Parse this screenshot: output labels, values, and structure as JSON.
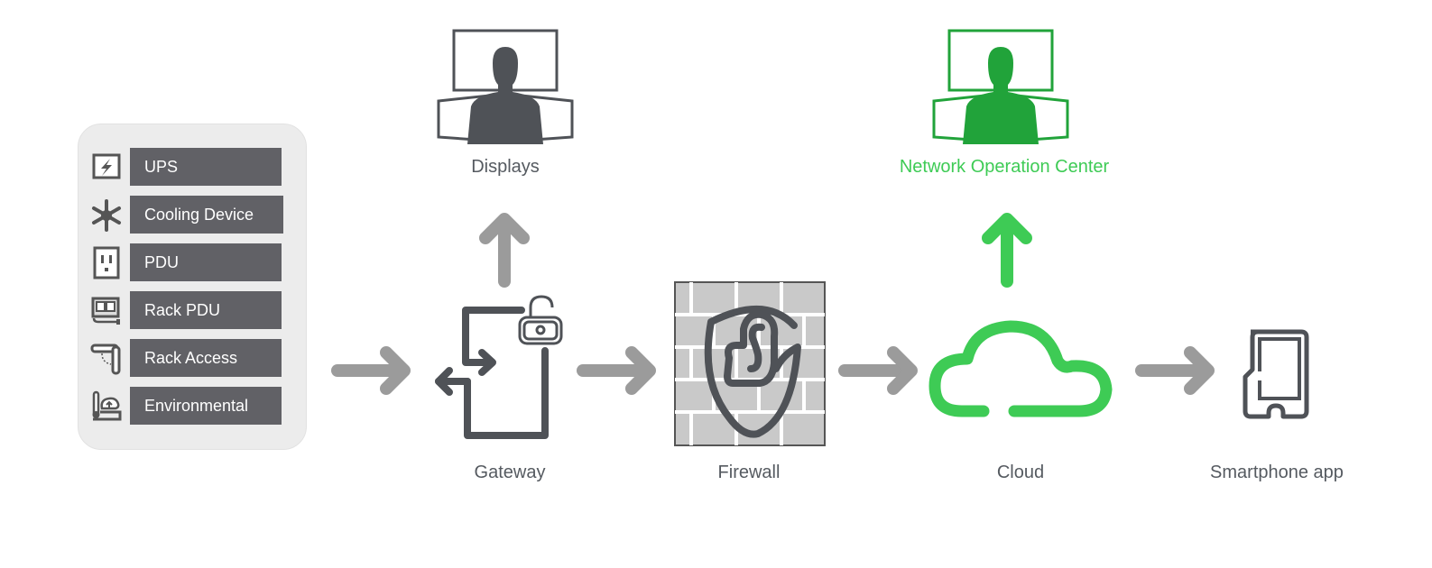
{
  "devices": [
    {
      "label": "UPS",
      "icon": "ups-lightning-icon"
    },
    {
      "label": "Cooling Device",
      "icon": "snowflake-icon"
    },
    {
      "label": "PDU",
      "icon": "power-outlet-icon"
    },
    {
      "label": "Rack PDU",
      "icon": "rack-pdu-icon"
    },
    {
      "label": "Rack Access",
      "icon": "rack-door-icon"
    },
    {
      "label": "Environmental",
      "icon": "environmental-sensor-icon"
    }
  ],
  "nodes": {
    "displays": {
      "label": "Displays",
      "icon": "operator-displays-icon"
    },
    "noc": {
      "label": "Network Operation Center",
      "icon": "operator-displays-icon"
    },
    "gateway": {
      "label": "Gateway",
      "icon": "gateway-unlocked-icon"
    },
    "firewall": {
      "label": "Firewall",
      "icon": "shield-lock-firewall-icon"
    },
    "cloud": {
      "label": "Cloud",
      "icon": "cloud-icon"
    },
    "smartphone": {
      "label": "Smartphone app",
      "icon": "smartphone-icon"
    }
  },
  "colors": {
    "icon_dark": "#4f5257",
    "arrow_gray": "#9b9b9b",
    "accent_green": "#3ecb55",
    "noc_green": "#21a33a",
    "label_bg": "#616166",
    "panel_bg": "#ececec"
  }
}
